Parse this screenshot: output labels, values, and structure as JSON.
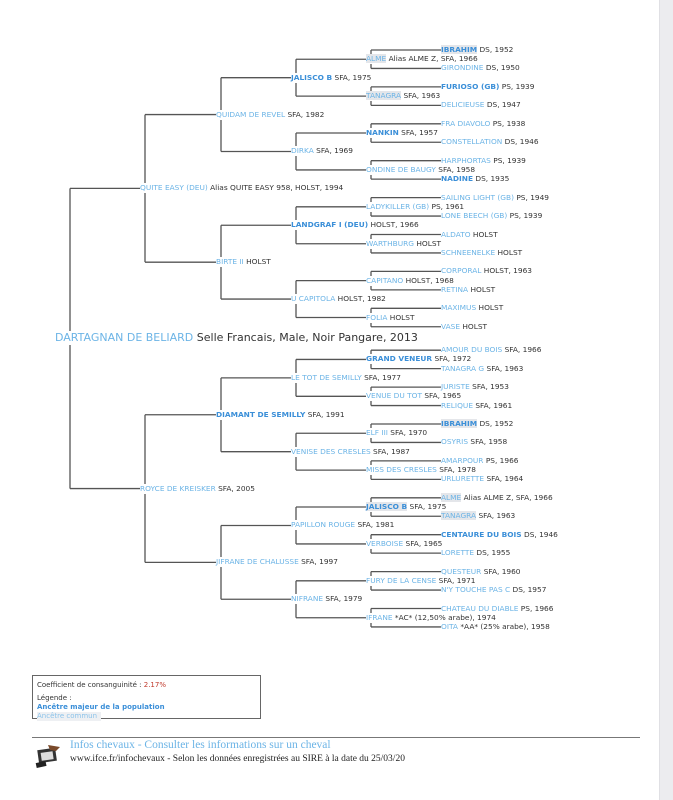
{
  "pedigree": {
    "name": "DARTAGNAN DE BELIARD",
    "info": "Selle Francais, Male, Noir Pangare, 2013",
    "style": "root",
    "parents": [
      {
        "name": "QUITE EASY (DEU)",
        "info": "Alias QUITE EASY 958, HOLST, 1994",
        "parents": [
          {
            "name": "QUIDAM DE REVEL",
            "info": "SFA, 1982",
            "parents": [
              {
                "name": "JALISCO B",
                "info": "SFA, 1975",
                "style": "major",
                "parents": [
                  {
                    "name": "ALME",
                    "info": "Alias ALME Z, SFA, 1966",
                    "style": "common",
                    "parents": [
                      {
                        "name": "IBRAHIM",
                        "info": "DS, 1952",
                        "style": "major common"
                      },
                      {
                        "name": "GIRONDINE",
                        "info": "DS, 1950"
                      }
                    ]
                  },
                  {
                    "name": "TANAGRA",
                    "info": "SFA, 1963",
                    "style": "common",
                    "parents": [
                      {
                        "name": "FURIOSO (GB)",
                        "info": "PS, 1939",
                        "style": "major"
                      },
                      {
                        "name": "DELICIEUSE",
                        "info": "DS, 1947"
                      }
                    ]
                  }
                ]
              },
              {
                "name": "DIRKA",
                "info": "SFA, 1969",
                "parents": [
                  {
                    "name": "NANKIN",
                    "info": "SFA, 1957",
                    "style": "major",
                    "parents": [
                      {
                        "name": "FRA DIAVOLO",
                        "info": "PS, 1938"
                      },
                      {
                        "name": "CONSTELLATION",
                        "info": "DS, 1946"
                      }
                    ]
                  },
                  {
                    "name": "ONDINE DE BAUGY",
                    "info": "SFA, 1958",
                    "parents": [
                      {
                        "name": "HARPHORTAS",
                        "info": "PS, 1939"
                      },
                      {
                        "name": "NADINE",
                        "info": "DS, 1935",
                        "style": "major"
                      }
                    ]
                  }
                ]
              }
            ]
          },
          {
            "name": "BIRTE II",
            "info": "HOLST",
            "parents": [
              {
                "name": "LANDGRAF I (DEU)",
                "info": "HOLST, 1966",
                "style": "major",
                "parents": [
                  {
                    "name": "LADYKILLER (GB)",
                    "info": "PS, 1961",
                    "parents": [
                      {
                        "name": "SAILING LIGHT (GB)",
                        "info": "PS, 1949"
                      },
                      {
                        "name": "LONE BEECH (GB)",
                        "info": "PS, 1939"
                      }
                    ]
                  },
                  {
                    "name": "WARTHBURG",
                    "info": "HOLST",
                    "parents": [
                      {
                        "name": "ALDATO",
                        "info": "HOLST"
                      },
                      {
                        "name": "SCHNEENELKE",
                        "info": "HOLST"
                      }
                    ]
                  }
                ]
              },
              {
                "name": "U CAPITOLA",
                "info": "HOLST, 1982",
                "parents": [
                  {
                    "name": "CAPITANO",
                    "info": "HOLST, 1968",
                    "parents": [
                      {
                        "name": "CORPORAL",
                        "info": "HOLST, 1963"
                      },
                      {
                        "name": "RETINA",
                        "info": "HOLST"
                      }
                    ]
                  },
                  {
                    "name": "FOLIA",
                    "info": "HOLST",
                    "parents": [
                      {
                        "name": "MAXIMUS",
                        "info": "HOLST"
                      },
                      {
                        "name": "VASE",
                        "info": "HOLST"
                      }
                    ]
                  }
                ]
              }
            ]
          }
        ]
      },
      {
        "name": "ROYCE DE KREISKER",
        "info": "SFA, 2005",
        "parents": [
          {
            "name": "DIAMANT DE SEMILLY",
            "info": "SFA, 1991",
            "style": "major",
            "parents": [
              {
                "name": "LE TOT DE SEMILLY",
                "info": "SFA, 1977",
                "parents": [
                  {
                    "name": "GRAND VENEUR",
                    "info": "SFA, 1972",
                    "style": "major",
                    "parents": [
                      {
                        "name": "AMOUR DU BOIS",
                        "info": "SFA, 1966"
                      },
                      {
                        "name": "TANAGRA G",
                        "info": "SFA, 1963"
                      }
                    ]
                  },
                  {
                    "name": "VENUE DU TOT",
                    "info": "SFA, 1965",
                    "parents": [
                      {
                        "name": "JURISTE",
                        "info": "SFA, 1953"
                      },
                      {
                        "name": "RELIQUE",
                        "info": "SFA, 1961"
                      }
                    ]
                  }
                ]
              },
              {
                "name": "VENISE DES CRESLES",
                "info": "SFA, 1987",
                "parents": [
                  {
                    "name": "ELF III",
                    "info": "SFA, 1970",
                    "parents": [
                      {
                        "name": "IBRAHIM",
                        "info": "DS, 1952",
                        "style": "major common"
                      },
                      {
                        "name": "OSYRIS",
                        "info": "SFA, 1958"
                      }
                    ]
                  },
                  {
                    "name": "MISS DES CRESLES",
                    "info": "SFA, 1978",
                    "parents": [
                      {
                        "name": "AMARPOUR",
                        "info": "PS, 1966"
                      },
                      {
                        "name": "URLURETTE",
                        "info": "SFA, 1964"
                      }
                    ]
                  }
                ]
              }
            ]
          },
          {
            "name": "JIFRANE DE CHALUSSE",
            "info": "SFA, 1997",
            "parents": [
              {
                "name": "PAPILLON ROUGE",
                "info": "SFA, 1981",
                "parents": [
                  {
                    "name": "JALISCO B",
                    "info": "SFA, 1975",
                    "style": "major common",
                    "parents": [
                      {
                        "name": "ALME",
                        "info": "Alias ALME Z, SFA, 1966",
                        "style": "common"
                      },
                      {
                        "name": "TANAGRA",
                        "info": "SFA, 1963",
                        "style": "common"
                      }
                    ]
                  },
                  {
                    "name": "VERBOISE",
                    "info": "SFA, 1965",
                    "parents": [
                      {
                        "name": "CENTAURE DU BOIS",
                        "info": "DS, 1946",
                        "style": "major"
                      },
                      {
                        "name": "LORETTE",
                        "info": "DS, 1955"
                      }
                    ]
                  }
                ]
              },
              {
                "name": "NIFRANE",
                "info": "SFA, 1979",
                "parents": [
                  {
                    "name": "FURY DE LA CENSE",
                    "info": "SFA, 1971",
                    "parents": [
                      {
                        "name": "QUESTEUR",
                        "info": "SFA, 1960"
                      },
                      {
                        "name": "N'Y TOUCHE PAS C",
                        "info": "DS, 1957"
                      }
                    ]
                  },
                  {
                    "name": "IFRANE",
                    "info": "*AC* (12,50% arabe), 1974",
                    "parents": [
                      {
                        "name": "CHATEAU DU DIABLE",
                        "info": "PS, 1966"
                      },
                      {
                        "name": "OITA",
                        "info": "*AA* (25% arabe), 1958"
                      }
                    ]
                  }
                ]
              }
            ]
          }
        ]
      }
    ]
  },
  "legend": {
    "coefficient_label": "Coefficient de consanguinité : ",
    "coefficient_value": "2.17%",
    "title": "Légende :",
    "major_label": "Ancêtre majeur de la population",
    "common_label": "Ancêtre commun"
  },
  "footer": {
    "title": "Infos chevaux - Consulter les informations sur un cheval",
    "subtitle": "www.ifce.fr/infochevaux - Selon les données enregistrées au SIRE à la date du 25/03/20"
  },
  "colors": {
    "line": "#555555",
    "name": "#6cb4e6",
    "major": "#3b8fd8",
    "coefficient": "#c0392b"
  }
}
